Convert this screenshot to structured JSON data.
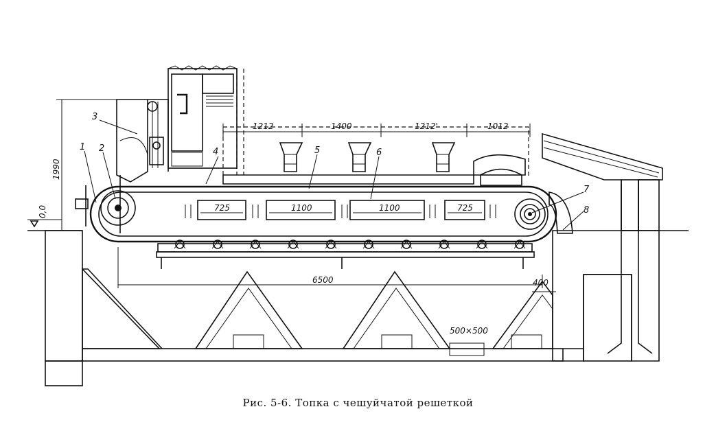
{
  "caption": "Рис. 5-6. Топка с чешуйчатой решеткой",
  "labels": {
    "n1": "1",
    "n2": "2",
    "n3": "3",
    "n4": "4",
    "n5": "5",
    "n6": "6",
    "n7": "7",
    "n8": "8"
  },
  "dimensions": {
    "d1212a": "1212",
    "d1400": "1400",
    "d1212b": "1212'",
    "d1012": "1012",
    "d725a": "725",
    "d1100a": "1100",
    "d1100b": "1100",
    "d725b": "725",
    "d6500": "6500",
    "d400": "400",
    "d500": "500×500",
    "d1990": "1990",
    "d00": "0,0"
  }
}
